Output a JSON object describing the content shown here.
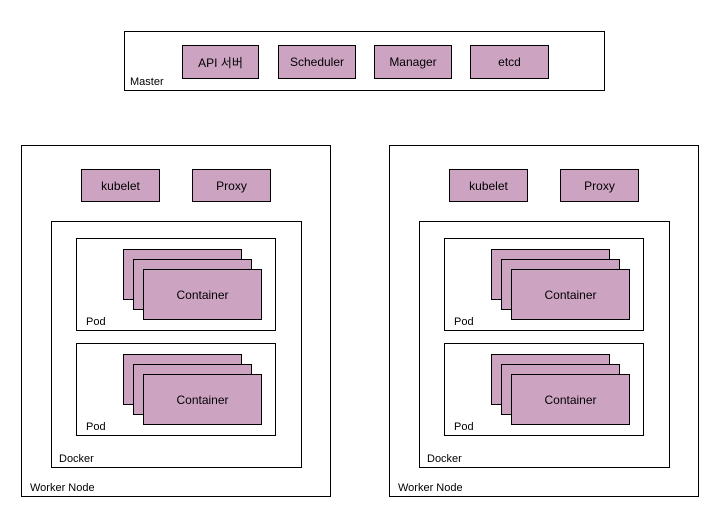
{
  "colors": {
    "component_fill": "#cda3c2",
    "border": "#000000",
    "background": "#ffffff"
  },
  "master": {
    "label": "Master",
    "components": [
      "API 서버",
      "Scheduler",
      "Manager",
      "etcd"
    ]
  },
  "worker_nodes": [
    {
      "label": "Worker Node",
      "services": [
        "kubelet",
        "Proxy"
      ],
      "runtime_label": "Docker",
      "pods": [
        {
          "label": "Pod",
          "container_label": "Container"
        },
        {
          "label": "Pod",
          "container_label": "Container"
        }
      ]
    },
    {
      "label": "Worker Node",
      "services": [
        "kubelet",
        "Proxy"
      ],
      "runtime_label": "Docker",
      "pods": [
        {
          "label": "Pod",
          "container_label": "Container"
        },
        {
          "label": "Pod",
          "container_label": "Container"
        }
      ]
    }
  ]
}
